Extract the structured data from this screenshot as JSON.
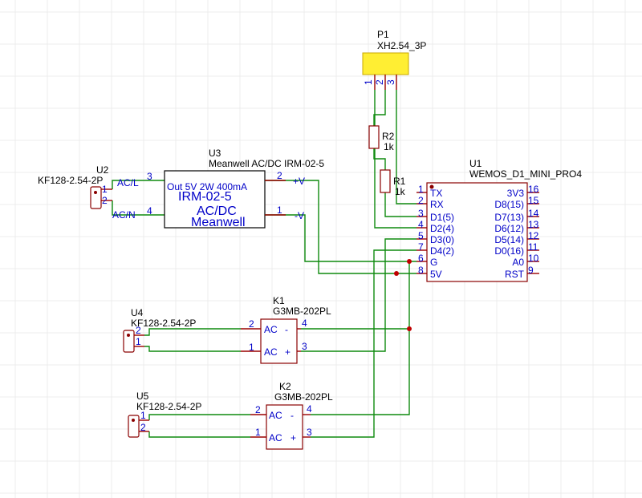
{
  "colors": {
    "wire": "#0f8a0f",
    "pin": "#9a0000",
    "body": "#8a0000",
    "text_blue": "#0000c8",
    "junction": "#c00000",
    "header_fill": "#ffee33"
  },
  "p1": {
    "ref": "P1",
    "value": "XH2.54_3P",
    "pins": [
      "1",
      "2",
      "3"
    ]
  },
  "r2": {
    "ref": "R2",
    "value": "1k"
  },
  "r1": {
    "ref": "R1",
    "value": "1k"
  },
  "u3": {
    "ref": "U3",
    "value": "Meanwell AC/DC IRM-02-5",
    "line1": "Out 5V 2W 400mA",
    "line2": "IRM-02-5",
    "line3": "AC/DC",
    "line4": "Meanwell",
    "pin_acl_num": "3",
    "pin_acl_net": "AC/L",
    "pin_acn_num": "4",
    "pin_acn_net": "AC/N",
    "pin_vp_num": "2",
    "pin_vp_net": "+V",
    "pin_vm_num": "1",
    "pin_vm_net": "-V"
  },
  "u2": {
    "ref": "U2",
    "value": "KF128-2.54-2P",
    "pins": [
      "1",
      "2"
    ]
  },
  "u1": {
    "ref": "U1",
    "value": "WEMOS_D1_MINI_PRO4",
    "left_pins": [
      {
        "num": "1",
        "name": "TX"
      },
      {
        "num": "2",
        "name": "RX"
      },
      {
        "num": "3",
        "name": "D1(5)"
      },
      {
        "num": "4",
        "name": "D2(4)"
      },
      {
        "num": "5",
        "name": "D3(0)"
      },
      {
        "num": "7",
        "name": "D4(2)"
      },
      {
        "num": "6",
        "name": "G"
      },
      {
        "num": "8",
        "name": "5V"
      }
    ],
    "right_pins": [
      {
        "num": "16",
        "name": "3V3"
      },
      {
        "num": "15",
        "name": "D8(15)"
      },
      {
        "num": "14",
        "name": "D7(13)"
      },
      {
        "num": "13",
        "name": "D6(12)"
      },
      {
        "num": "12",
        "name": "D5(14)"
      },
      {
        "num": "11",
        "name": "D0(16)"
      },
      {
        "num": "10",
        "name": "A0"
      },
      {
        "num": "9",
        "name": "RST"
      }
    ]
  },
  "k1": {
    "ref": "K1",
    "value": "G3MB-202PL",
    "ac1": "AC",
    "ac2": "AC",
    "minus": "-",
    "plus": "+",
    "p2": "2",
    "p1": "1",
    "p4": "4",
    "p3": "3"
  },
  "k2": {
    "ref": "K2",
    "value": "G3MB-202PL",
    "ac1": "AC",
    "ac2": "AC",
    "minus": "-",
    "plus": "+",
    "p2": "2",
    "p1": "1",
    "p4": "4",
    "p3": "3"
  },
  "u4": {
    "ref": "U4",
    "value": "KF128-2.54-2P",
    "pins": [
      "2",
      "1"
    ]
  },
  "u5": {
    "ref": "U5",
    "value": "KF128-2.54-2P",
    "pins": [
      "1",
      "2"
    ]
  }
}
